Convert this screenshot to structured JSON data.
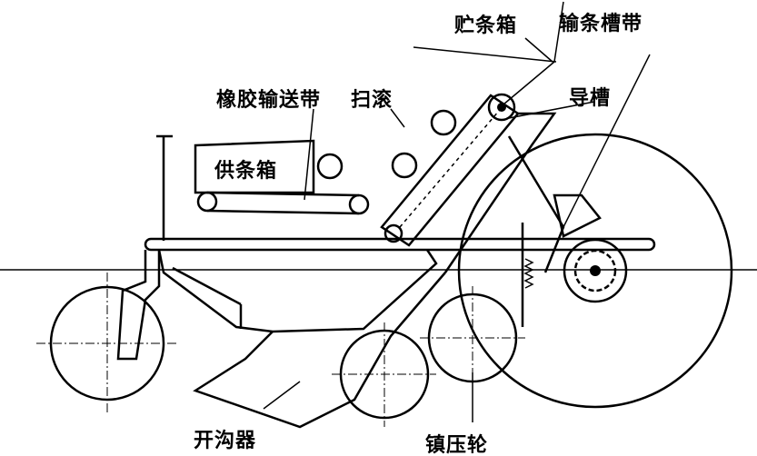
{
  "labels": {
    "storage_box": "贮条箱",
    "conveying_trough_belt": "输条槽带",
    "rubber_conveyor_belt": "橡胶输送带",
    "sweeping_roller": "扫滚",
    "guide_trough": "导槽",
    "supply_box": "供条箱",
    "furrow_opener": "开沟器",
    "press_wheel": "镇压轮"
  }
}
